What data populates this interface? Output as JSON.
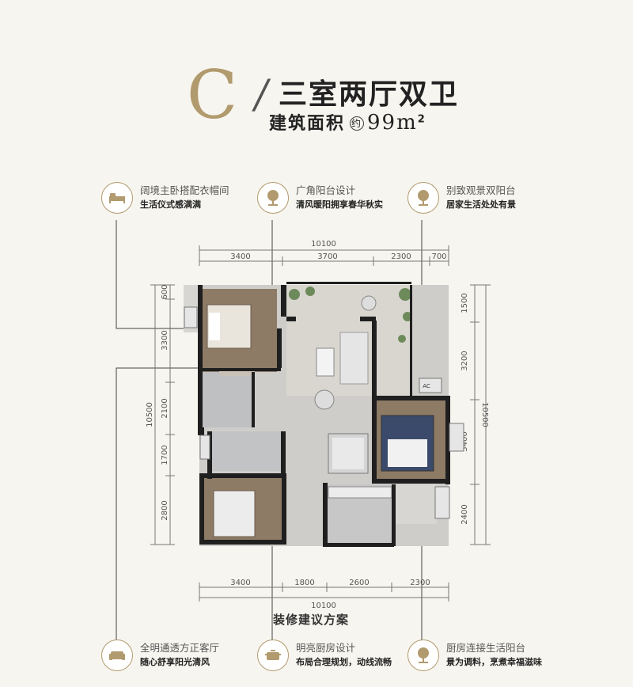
{
  "title": {
    "letter": "C",
    "slash": "/",
    "main": "三室两厅双卫",
    "area_label": "建筑面积",
    "approx": "约",
    "area_value": "99m",
    "area_sup": "2"
  },
  "features_top": [
    {
      "icon": "bed-icon",
      "line1": "阔境主卧搭配衣帽间",
      "line2": "生活仪式感满满"
    },
    {
      "icon": "tree-icon",
      "line1": "广角阳台设计",
      "line2": "清风暖阳拥享春华秋实"
    },
    {
      "icon": "tree-icon",
      "line1": "别致观景双阳台",
      "line2": "居家生活处处有景"
    }
  ],
  "features_bottom": [
    {
      "icon": "sofa-icon",
      "line1": "全明通透方正客厅",
      "line2": "随心舒享阳光清风"
    },
    {
      "icon": "pot-icon",
      "line1": "明亮厨房设计",
      "line2": "布局合理规划，动线流畅"
    },
    {
      "icon": "tree-icon",
      "line1": "厨房连接生活阳台",
      "line2": "景为调料，烹煮幸福滋味"
    }
  ],
  "dimensions": {
    "top_total": "10100",
    "top": [
      "3400",
      "3700",
      "2300",
      "700"
    ],
    "bottom_total": "10100",
    "bottom": [
      "3400",
      "1800",
      "2600",
      "2300"
    ],
    "left_total": "10500",
    "left": [
      "600",
      "3300",
      "2100",
      "1700",
      "2800"
    ],
    "right_total": "10500",
    "right": [
      "1500",
      "3200",
      "3400",
      "2400"
    ]
  },
  "plan_labels": {
    "ac": "AC"
  },
  "scheme_label": "装修建议方案",
  "colors": {
    "accent": "#b19a6e",
    "wall": "#1f1f1f",
    "floor": "#cfcdca",
    "wood": "#8d7b66",
    "background": "#f7f5ef"
  }
}
